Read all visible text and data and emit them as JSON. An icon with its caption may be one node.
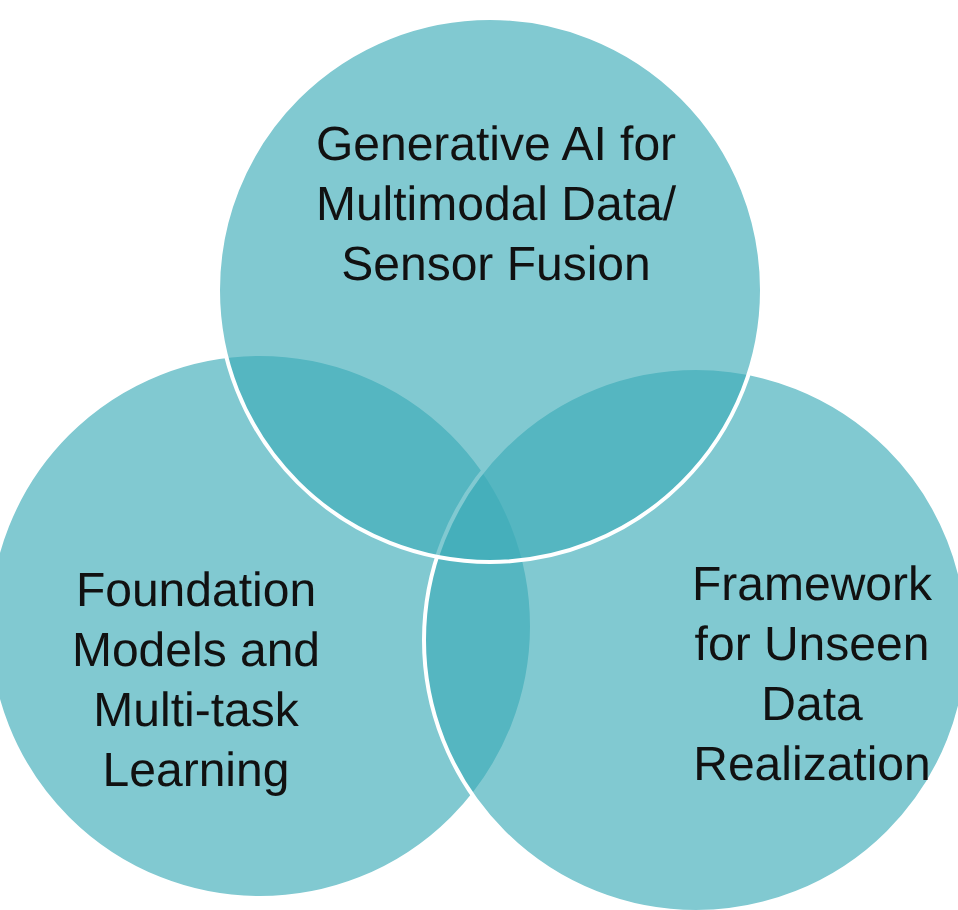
{
  "diagram": {
    "nodes": [
      {
        "text": [
          "Generative AI for Multimodal Data/ Sensor Fusion"
        ]
      },
      {
        "text": [
          "Foundation Models and Multi-task Learning"
        ]
      },
      {
        "text": [
          "Framework for Unseen Data Realization"
        ]
      }
    ]
  }
}
